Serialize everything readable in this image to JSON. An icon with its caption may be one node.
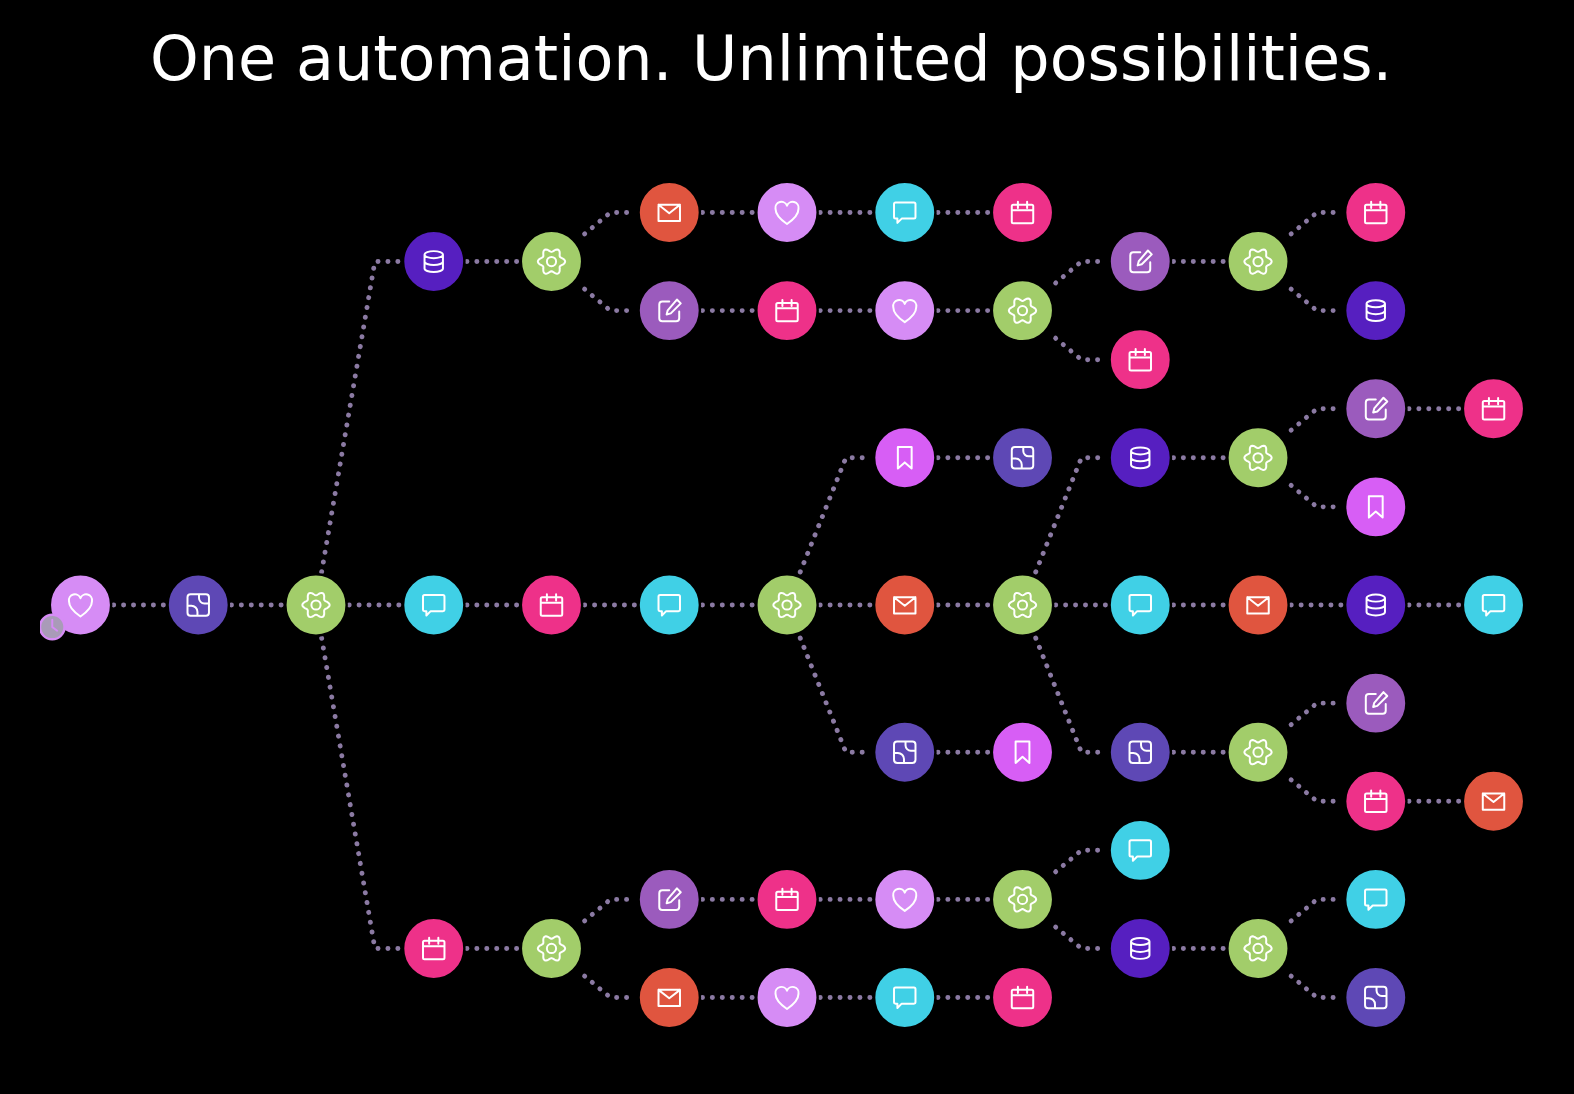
{
  "diagram": {
    "title": "One automation. Unlimited possibilities.",
    "nodes": [
      {
        "text": [],
        "shape": "circle"
      },
      {
        "text": [],
        "shape": "circle"
      },
      {
        "text": [],
        "shape": "circle"
      },
      {
        "text": [],
        "shape": "circle"
      },
      {
        "text": [],
        "shape": "circle"
      },
      {
        "text": [],
        "shape": "circle"
      },
      {
        "text": [],
        "shape": "circle"
      },
      {
        "text": [],
        "shape": "circle"
      },
      {
        "text": [],
        "shape": "circle"
      },
      {
        "text": [],
        "shape": "circle"
      },
      {
        "text": [],
        "shape": "circle"
      },
      {
        "text": [],
        "shape": "circle"
      },
      {
        "text": [],
        "shape": "circle"
      },
      {
        "text": [],
        "shape": "circle"
      },
      {
        "text": [],
        "shape": "circle"
      },
      {
        "text": [],
        "shape": "circle"
      },
      {
        "text": [],
        "shape": "circle"
      },
      {
        "text": [],
        "shape": "circle"
      },
      {
        "text": [],
        "shape": "circle"
      },
      {
        "text": [],
        "shape": "circle"
      },
      {
        "text": [],
        "shape": "circle"
      },
      {
        "text": [],
        "shape": "circle"
      },
      {
        "text": [],
        "shape": "circle"
      },
      {
        "text": [],
        "shape": "circle"
      },
      {
        "text": [],
        "shape": "circle"
      },
      {
        "text": [],
        "shape": "circle"
      },
      {
        "text": [],
        "shape": "circle"
      },
      {
        "text": [],
        "shape": "circle"
      },
      {
        "text": [],
        "shape": "circle"
      },
      {
        "text": [],
        "shape": "circle"
      },
      {
        "text": [],
        "shape": "circle"
      },
      {
        "text": [],
        "shape": "circle"
      },
      {
        "text": [],
        "shape": "circle"
      },
      {
        "text": [],
        "shape": "circle"
      },
      {
        "text": [],
        "shape": "circle"
      },
      {
        "text": [],
        "shape": "circle"
      },
      {
        "text": [],
        "shape": "circle"
      },
      {
        "text": [],
        "shape": "circle"
      },
      {
        "text": [],
        "shape": "circle"
      },
      {
        "text": [],
        "shape": "circle"
      },
      {
        "text": [],
        "shape": "circle"
      },
      {
        "text": [],
        "shape": "circle"
      },
      {
        "text": [],
        "shape": "circle"
      },
      {
        "text": [],
        "shape": "circle"
      },
      {
        "text": [],
        "shape": "circle"
      },
      {
        "text": [],
        "shape": "circle"
      },
      {
        "text": [],
        "shape": "circle"
      },
      {
        "text": [],
        "shape": "circle"
      },
      {
        "text": [],
        "shape": "circle"
      },
      {
        "text": [],
        "shape": "circle"
      },
      {
        "text": [],
        "shape": "circle"
      },
      {
        "text": [],
        "shape": "circle"
      },
      {
        "text": [],
        "shape": "circle"
      },
      {
        "text": [],
        "shape": "circle"
      },
      {
        "text": [],
        "shape": "circle"
      },
      {
        "text": [],
        "shape": "circle"
      },
      {
        "text": [],
        "shape": "circle"
      }
    ],
    "edges": [
      {
        "from": 22,
        "to": 23,
        "arrow": "none",
        "style": "dashed"
      },
      {
        "from": 23,
        "to": 24,
        "arrow": "none",
        "style": "dashed"
      },
      {
        "from": 24,
        "to": 14,
        "arrow": "none",
        "style": "dashed"
      },
      {
        "from": 24,
        "to": 25,
        "arrow": "none",
        "style": "dashed"
      },
      {
        "from": 24,
        "to": 35,
        "arrow": "none",
        "style": "dashed"
      },
      {
        "from": 14,
        "to": 15,
        "arrow": "none",
        "style": "dashed"
      },
      {
        "from": 15,
        "to": 7,
        "arrow": "none",
        "style": "dashed"
      },
      {
        "from": 15,
        "to": 16,
        "arrow": "none",
        "style": "dashed"
      },
      {
        "from": 7,
        "to": 1,
        "arrow": "none",
        "style": "dashed"
      },
      {
        "from": 1,
        "to": 2,
        "arrow": "none",
        "style": "dashed"
      },
      {
        "from": 2,
        "to": 3,
        "arrow": "none",
        "style": "dashed"
      },
      {
        "from": 16,
        "to": 8,
        "arrow": "none",
        "style": "dashed"
      },
      {
        "from": 8,
        "to": 9,
        "arrow": "none",
        "style": "dashed"
      },
      {
        "from": 9,
        "to": 10,
        "arrow": "none",
        "style": "dashed"
      },
      {
        "from": 10,
        "to": 4,
        "arrow": "none",
        "style": "dashed"
      },
      {
        "from": 10,
        "to": 11,
        "arrow": "none",
        "style": "dashed"
      },
      {
        "from": 4,
        "to": 5,
        "arrow": "none",
        "style": "dashed"
      },
      {
        "from": 5,
        "to": 0,
        "arrow": "none",
        "style": "dashed"
      },
      {
        "from": 5,
        "to": 6,
        "arrow": "none",
        "style": "dashed"
      },
      {
        "from": 25,
        "to": 26,
        "arrow": "none",
        "style": "dashed"
      },
      {
        "from": 26,
        "to": 27,
        "arrow": "none",
        "style": "dashed"
      },
      {
        "from": 27,
        "to": 28,
        "arrow": "none",
        "style": "dashed"
      },
      {
        "from": 28,
        "to": 17,
        "arrow": "none",
        "style": "dashed"
      },
      {
        "from": 28,
        "to": 29,
        "arrow": "none",
        "style": "dashed"
      },
      {
        "from": 28,
        "to": 38,
        "arrow": "none",
        "style": "dashed"
      },
      {
        "from": 17,
        "to": 18,
        "arrow": "none",
        "style": "dashed"
      },
      {
        "from": 38,
        "to": 39,
        "arrow": "none",
        "style": "dashed"
      },
      {
        "from": 29,
        "to": 30,
        "arrow": "none",
        "style": "dashed"
      },
      {
        "from": 30,
        "to": 19,
        "arrow": "none",
        "style": "dashed"
      },
      {
        "from": 30,
        "to": 31,
        "arrow": "none",
        "style": "dashed"
      },
      {
        "from": 30,
        "to": 40,
        "arrow": "none",
        "style": "dashed"
      },
      {
        "from": 19,
        "to": 20,
        "arrow": "none",
        "style": "dashed"
      },
      {
        "from": 20,
        "to": 12,
        "arrow": "none",
        "style": "dashed"
      },
      {
        "from": 20,
        "to": 21,
        "arrow": "none",
        "style": "dashed"
      },
      {
        "from": 12,
        "to": 13,
        "arrow": "none",
        "style": "dashed"
      },
      {
        "from": 31,
        "to": 32,
        "arrow": "none",
        "style": "dashed"
      },
      {
        "from": 32,
        "to": 33,
        "arrow": "none",
        "style": "dashed"
      },
      {
        "from": 33,
        "to": 34,
        "arrow": "none",
        "style": "dashed"
      },
      {
        "from": 40,
        "to": 41,
        "arrow": "none",
        "style": "dashed"
      },
      {
        "from": 41,
        "to": 42,
        "arrow": "none",
        "style": "dashed"
      },
      {
        "from": 41,
        "to": 48,
        "arrow": "none",
        "style": "dashed"
      },
      {
        "from": 48,
        "to": 49,
        "arrow": "none",
        "style": "dashed"
      },
      {
        "from": 35,
        "to": 36,
        "arrow": "none",
        "style": "dashed"
      },
      {
        "from": 36,
        "to": 37,
        "arrow": "none",
        "style": "dashed"
      },
      {
        "from": 36,
        "to": 43,
        "arrow": "none",
        "style": "dashed"
      },
      {
        "from": 43,
        "to": 50,
        "arrow": "none",
        "style": "dashed"
      },
      {
        "from": 50,
        "to": 51,
        "arrow": "none",
        "style": "dashed"
      },
      {
        "from": 51,
        "to": 52,
        "arrow": "none",
        "style": "dashed"
      },
      {
        "from": 37,
        "to": 44,
        "arrow": "none",
        "style": "dashed"
      },
      {
        "from": 44,
        "to": 45,
        "arrow": "none",
        "style": "dashed"
      },
      {
        "from": 45,
        "to": 46,
        "arrow": "none",
        "style": "dashed"
      },
      {
        "from": 46,
        "to": 47,
        "arrow": "none",
        "style": "dashed"
      },
      {
        "from": 46,
        "to": 53,
        "arrow": "none",
        "style": "dashed"
      },
      {
        "from": 53,
        "to": 54,
        "arrow": "none",
        "style": "dashed"
      },
      {
        "from": 54,
        "to": 55,
        "arrow": "none",
        "style": "dashed"
      },
      {
        "from": 54,
        "to": 56,
        "arrow": "none",
        "style": "dashed"
      }
    ]
  }
}
